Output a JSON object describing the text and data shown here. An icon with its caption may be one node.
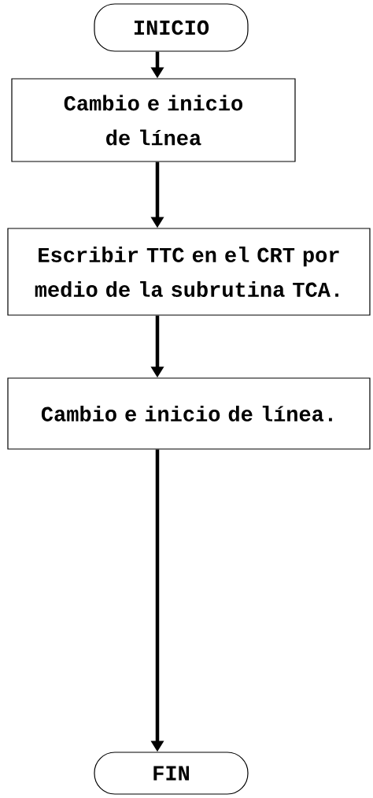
{
  "diagram": {
    "nodes": [
      {
        "text": [
          "INICIO"
        ]
      },
      {
        "text": [
          "Cambio e inicio de línea"
        ]
      },
      {
        "text": [
          "Escribir TTC en el CRT por medio de la subrutina TCA."
        ]
      },
      {
        "text": [
          "Cambio e inicio de línea."
        ]
      },
      {
        "text": [
          "FIN"
        ]
      }
    ],
    "edges": [
      {
        "from": 0,
        "to": 1,
        "arrow": "to"
      },
      {
        "from": 1,
        "to": 2,
        "arrow": "to"
      },
      {
        "from": 2,
        "to": 3,
        "arrow": "to"
      },
      {
        "from": 3,
        "to": 4,
        "arrow": "to"
      }
    ]
  }
}
